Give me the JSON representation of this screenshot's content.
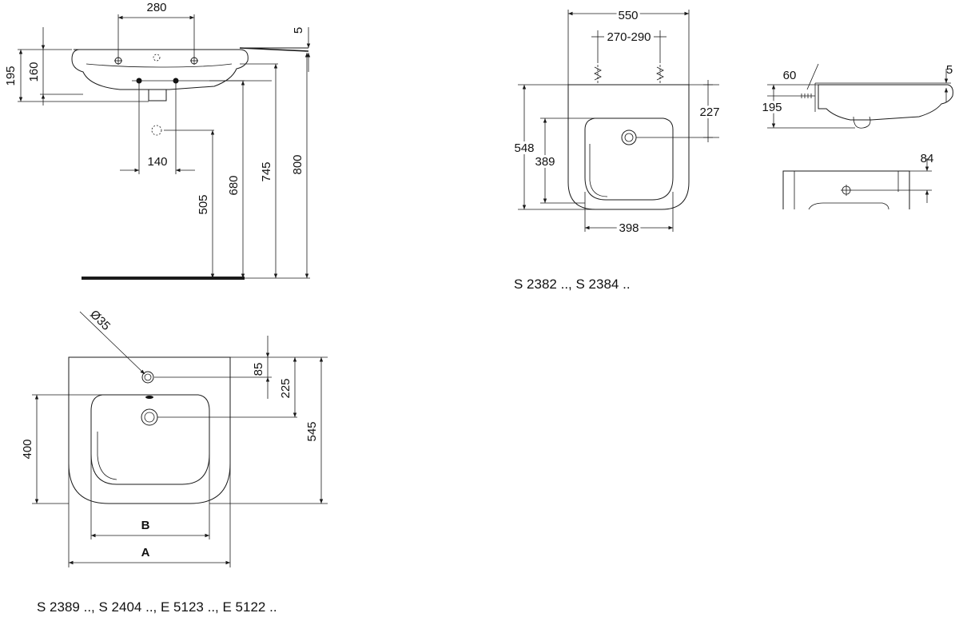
{
  "dimensions": {
    "d280": "280",
    "d5a": "5",
    "d195a": "195",
    "d160": "160",
    "d140": "140",
    "d505": "505",
    "d680": "680",
    "d745": "745",
    "d800": "800",
    "d550": "550",
    "d270290": "270-290",
    "d227": "227",
    "d548": "548",
    "d389": "389",
    "d398": "398",
    "d60": "60",
    "d5b": "5",
    "d195b": "195",
    "d84": "84",
    "d35": "Ø35",
    "d85": "85",
    "d225": "225",
    "d400": "400",
    "d545": "545",
    "labelB": "B",
    "labelA": "A"
  },
  "captions": {
    "right_models": "S 2382 .., S 2384 ..",
    "left_models": "S 2389 .., S 2404 .., E 5123 .., E 5122 .."
  }
}
